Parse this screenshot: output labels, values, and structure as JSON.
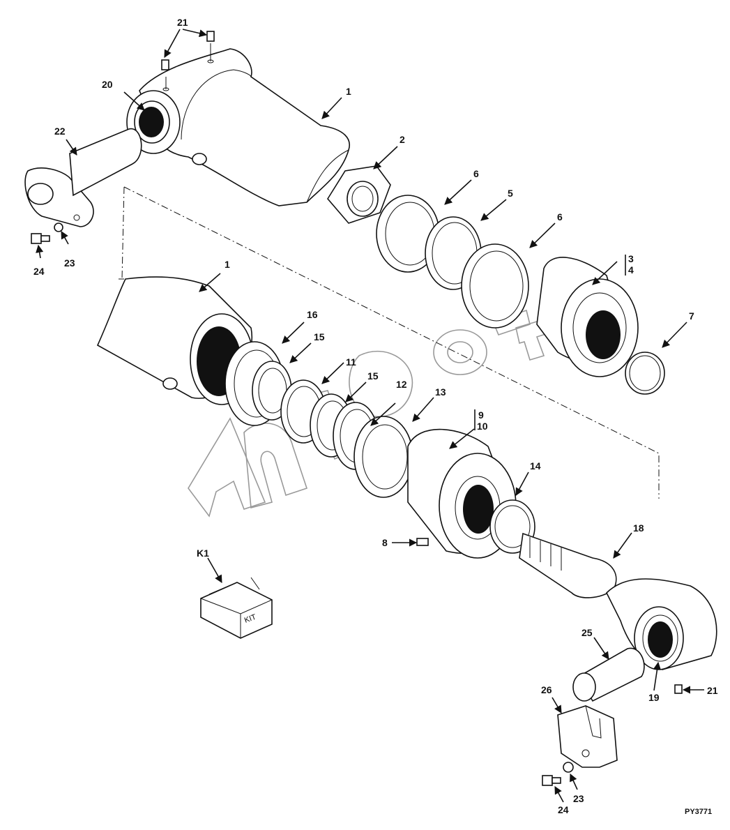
{
  "drawing": {
    "id": "PY3771",
    "watermark": "AutoSoft",
    "kit_box_text": "KIT"
  },
  "callouts": [
    {
      "key": "c1a",
      "text": "1"
    },
    {
      "key": "c1b",
      "text": "1"
    },
    {
      "key": "c2",
      "text": "2"
    },
    {
      "key": "c3",
      "text": "3"
    },
    {
      "key": "c4",
      "text": "4"
    },
    {
      "key": "c5",
      "text": "5"
    },
    {
      "key": "c6a",
      "text": "6"
    },
    {
      "key": "c6b",
      "text": "6"
    },
    {
      "key": "c7",
      "text": "7"
    },
    {
      "key": "c8",
      "text": "8"
    },
    {
      "key": "c9",
      "text": "9"
    },
    {
      "key": "c10",
      "text": "10"
    },
    {
      "key": "c11",
      "text": "11"
    },
    {
      "key": "c12",
      "text": "12"
    },
    {
      "key": "c13",
      "text": "13"
    },
    {
      "key": "c14",
      "text": "14"
    },
    {
      "key": "c15a",
      "text": "15"
    },
    {
      "key": "c15b",
      "text": "15"
    },
    {
      "key": "c16",
      "text": "16"
    },
    {
      "key": "c18",
      "text": "18"
    },
    {
      "key": "c19",
      "text": "19"
    },
    {
      "key": "c20",
      "text": "20"
    },
    {
      "key": "c21a",
      "text": "21"
    },
    {
      "key": "c21b",
      "text": "21"
    },
    {
      "key": "c22",
      "text": "22"
    },
    {
      "key": "c23a",
      "text": "23"
    },
    {
      "key": "c23b",
      "text": "23"
    },
    {
      "key": "c24a",
      "text": "24"
    },
    {
      "key": "c24b",
      "text": "24"
    },
    {
      "key": "c25",
      "text": "25"
    },
    {
      "key": "c26",
      "text": "26"
    },
    {
      "key": "cK1",
      "text": "K1"
    }
  ]
}
